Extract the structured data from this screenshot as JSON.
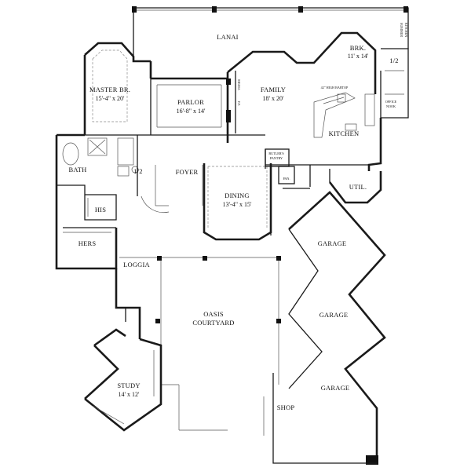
{
  "plan": {
    "rooms": {
      "lanai": "LANAI",
      "brk_name": "BRK.",
      "brk_dim": "11' x 14'",
      "master_name": "MASTER BR.",
      "master_dim": "15'-4\" x 20'",
      "parlor_name": "PARLOR",
      "parlor_dim": "16'-8\" x 14'",
      "family_name": "FAMILY",
      "family_dim": "18' x 20'",
      "kitchen": "KITCHEN",
      "bath": "BATH",
      "half_bath_1": "1/2",
      "half_bath_2": "1/2",
      "foyer": "FOYER",
      "dining_name": "DINING",
      "dining_dim": "13'-4\" x 15'",
      "util": "UTIL.",
      "his": "HIS",
      "hers": "HERS",
      "loggia": "LOGGIA",
      "courtyard_1": "OASIS",
      "courtyard_2": "COURTYARD",
      "garage_1": "GARAGE",
      "garage_2": "GARAGE",
      "garage_3": "GARAGE",
      "study_name": "STUDY",
      "study_dim": "14' x 12'",
      "shop": "SHOP"
    },
    "small_labels": {
      "bar_top": "42\" HIGH BARTOP",
      "butlers_1": "BUTLER'S",
      "butlers_2": "PANTRY",
      "pan": "PAN.",
      "office_1": "OFFICE",
      "office_2": "NOOK",
      "summer_1": "SUMMER",
      "summer_2": "KITCHEN",
      "media": "MEDIA",
      "fireplace": "F.P."
    }
  }
}
